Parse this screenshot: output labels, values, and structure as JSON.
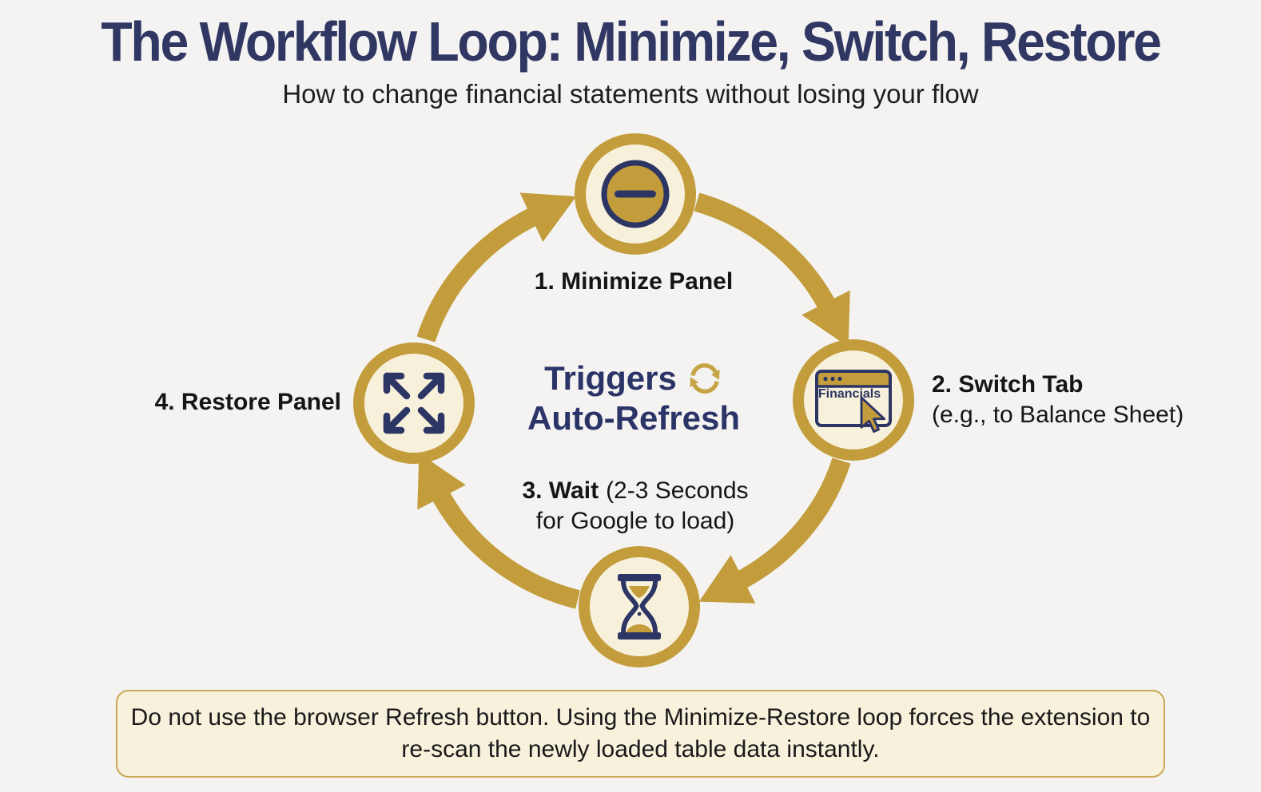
{
  "header": {
    "title": "The Workflow Loop: Minimize, Switch, Restore",
    "subtitle": "How to change financial statements without losing your flow"
  },
  "loop": {
    "direction": "clockwise",
    "center_line1": "Triggers",
    "center_line2": "Auto-Refresh",
    "center_icon": "refresh-icon",
    "browser_tab_label": "Financials",
    "steps": [
      {
        "position": "top",
        "icon": "minus-circle-icon",
        "bold": "1. Minimize Panel"
      },
      {
        "position": "right",
        "icon": "browser-tab-icon",
        "bold": "2. Switch Tab",
        "rest": "(e.g., to Balance Sheet)"
      },
      {
        "position": "bottom",
        "icon": "hourglass-icon",
        "bold": "3. Wait",
        "rest_line1": "(2-3 Seconds",
        "rest_line2": "for Google to load)"
      },
      {
        "position": "left",
        "icon": "expand-arrows-icon",
        "bold": "4. Restore Panel"
      }
    ]
  },
  "note": {
    "text": "Do not use the browser Refresh button. Using the Minimize-Restore loop forces the extension to re-scan the newly loaded table data instantly."
  },
  "colors": {
    "gold": "#C39C3C",
    "navy": "#2C3564",
    "title_navy": "#303763",
    "center_navy": "#2B3467",
    "cream": "#F7F0DB",
    "bg": "#F4F3F1",
    "note_bg": "#F8F1DC",
    "note_border": "#C9A858"
  }
}
